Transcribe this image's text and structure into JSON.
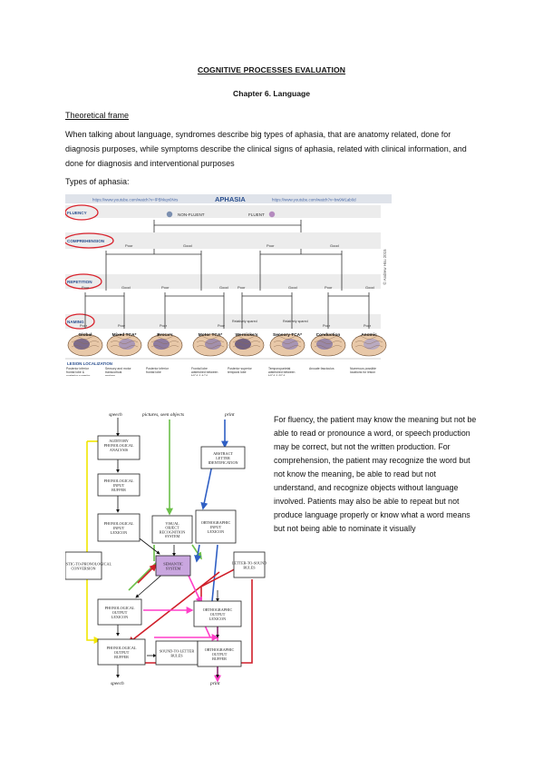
{
  "document": {
    "title": "COGNITIVE PROCESSES EVALUATION",
    "chapter": "Chapter 6. Language",
    "section_heading": "Theoretical frame",
    "paragraph": "When talking about language, syndromes describe big types of aphasia, that are anatomy related, done for diagnosis purposes, while symptoms describe the clinical signs of aphasia, related with clinical information, and done for diagnosis and interventional purposes",
    "types_label": "Types of aphasia:",
    "side_paragraph": "For fluency, the patient may know the meaning but not be able to read or pronounce a word, or speech production may be correct, but not the written production. For comprehension, the patient may recognize the word but not know the meaning, be able to read but not understand, and recognize objects without language involved. Patients may also be able to repeat but not produce language properly or know what a word means but not being able to nominate it visually"
  },
  "aphasia_figure": {
    "url_left": "https://www.youtube.com/watch?v=lPBhkqn0Nrs",
    "title": "APHASIA",
    "url_right": "https://www.youtube.com/watch?v=bw9M1ab0d",
    "credit": "© Andrew Hsu 2015",
    "non_fluent": "NON-FLUENT",
    "fluent": "FLUENT",
    "rows": [
      "FLUENCY",
      "COMPREHENSION",
      "REPETITION",
      "NAMING"
    ],
    "comprehension_labels": [
      "Poor",
      "Good",
      "Poor",
      "Good"
    ],
    "repetition_labels": [
      "Poor",
      "Good",
      "Poor",
      "Good",
      "Poor",
      "Good",
      "Poor",
      "Good"
    ],
    "naming_labels": [
      "Poor",
      "Poor",
      "Poor",
      "Poor",
      "Relatively spared",
      "Relatively spared",
      "Poor",
      "Poor"
    ],
    "types": [
      "Global",
      "Mixed TCA*",
      "Broca's",
      "Motor TCA*",
      "Wernicke's",
      "Sensory TCA*",
      "Conduction",
      "Anomic"
    ],
    "lesion_heading": "LESION LOCALIZATION",
    "lesions": [
      "Posterior inferior frontal lobe & posterior superior temporal lobe",
      "Sensory and motor transcortical regions",
      "Posterior inferior frontal lobe",
      "Frontal lobe watershed between MCA & ACA territories",
      "Posterior superior temporal lobe",
      "Temporoparietal watershed between MCA & PCA territories",
      "Arcuate fasciculus",
      "Numerous possible locations for lesion"
    ],
    "colors": {
      "header_blue": "#2a4f8f",
      "circle": "#d9232d",
      "band": "#e9e9e9",
      "non_fluent_dot": "#7b8fb0",
      "fluent_dot": "#b58bbf"
    }
  },
  "model_figure": {
    "inputs": [
      "speech",
      "pictures, seen objects",
      "print"
    ],
    "outputs": [
      "speech",
      "print"
    ],
    "boxes": {
      "auditory": "AUDITORY PHONOLOGICAL ANALYSIS",
      "phon_input_buffer": "PHONOLOGICAL INPUT BUFFER",
      "phon_input_lexicon": "PHONOLOGICAL INPUT LEXICON",
      "visual_object": "VISUAL OBJECT RECOGNITION SYSTEM",
      "abstract_letter": "ABSTRACT LETTER IDENTIFICATION",
      "ortho_input_lexicon": "ORTHOGRAPHIC INPUT LEXICON",
      "semantic": "SEMANTIC SYSTEM",
      "acoustic_phon": "ACOUSTIC-TO-PHONOLOGICAL CONVERSION",
      "letter_sound": "LETTER-TO-SOUND RULES",
      "phon_output_lexicon": "PHONOLOGICAL OUTPUT LEXICON",
      "ortho_output_lexicon": "ORTHOGRAPHIC OUTPUT LEXICON",
      "phon_output_buffer": "PHONOLOGICAL OUTPUT BUFFER",
      "sound_letter": "SOUND-TO-LETTER RULES",
      "ortho_output_buffer": "ORTHOGRAPHIC OUTPUT BUFFER"
    },
    "colors": {
      "yellow": "#f2e600",
      "green": "#6cc04a",
      "blue": "#2f5fc4",
      "red": "#d01f2a",
      "magenta": "#ff3fc8",
      "semantic_fill": "#c9a6df"
    }
  }
}
